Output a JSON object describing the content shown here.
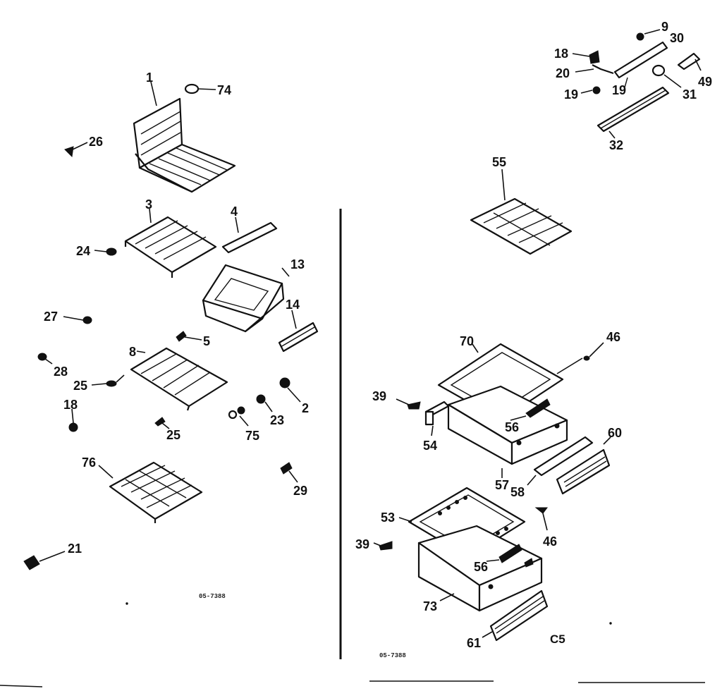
{
  "diagram": {
    "labels": {
      "p1": "1",
      "p74": "74",
      "p26": "26",
      "p3": "3",
      "p4": "4",
      "p24": "24",
      "p13": "13",
      "p27": "27",
      "p14": "14",
      "p5": "5",
      "p8": "8",
      "p28": "28",
      "p25a": "25",
      "p2": "2",
      "p18": "18",
      "p23": "23",
      "p25b": "25",
      "p75": "75",
      "p76": "76",
      "p29": "29",
      "p21": "21",
      "r9": "9",
      "r30": "30",
      "r18": "18",
      "r20": "20",
      "r49": "49",
      "r19a": "19",
      "r19b": "19",
      "r31": "31",
      "r32": "32",
      "r55": "55",
      "r70": "70",
      "r46a": "46",
      "r39a": "39",
      "r56a": "56",
      "r60": "60",
      "r54": "54",
      "r57": "57",
      "r58": "58",
      "r53": "53",
      "r46b": "46",
      "r39b": "39",
      "r56b": "56",
      "r73": "73",
      "r61": "61"
    },
    "drawing_code_left": "05-7388",
    "drawing_code_right": "05-7388",
    "section_mark": "C5"
  }
}
